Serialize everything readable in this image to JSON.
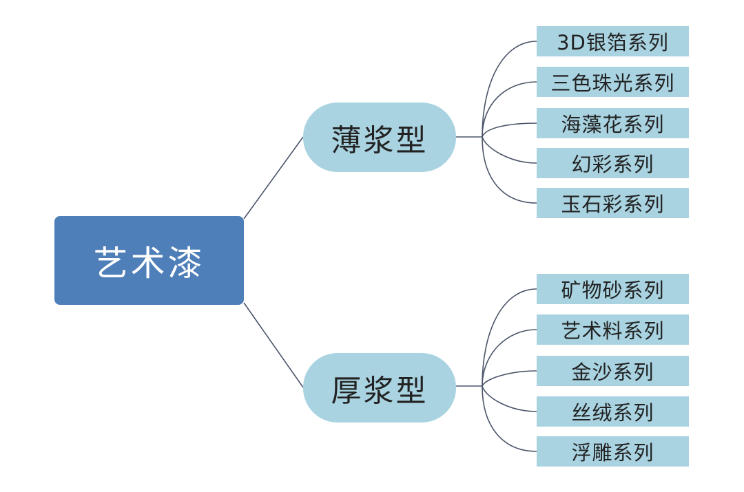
{
  "root": {
    "label": "艺术漆"
  },
  "branches": [
    {
      "label": "薄浆型",
      "items": [
        "3D银箔系列",
        "三色珠光系列",
        "海藻花系列",
        "幻彩系列",
        "玉石彩系列"
      ]
    },
    {
      "label": "厚浆型",
      "items": [
        "矿物砂系列",
        "艺术料系列",
        "金沙系列",
        "丝绒系列",
        "浮雕系列"
      ]
    }
  ],
  "colors": {
    "root_fill": "#4f7fb8",
    "node_fill": "#a9d3e1",
    "connector": "#4a5468",
    "root_text": "#ffffff",
    "node_text": "#222222"
  }
}
